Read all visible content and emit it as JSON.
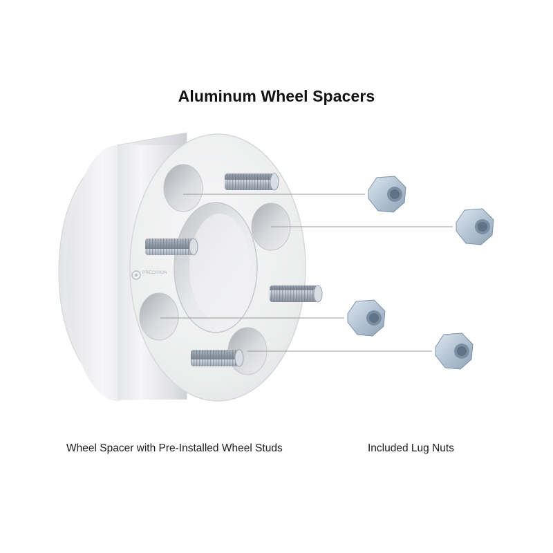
{
  "title": "Aluminum Wheel Spacers",
  "captions": {
    "spacer": "Wheel Spacer with Pre-Installed Wheel Studs",
    "lug_nuts": "Included Lug Nuts"
  },
  "logo_text": "PRECISION",
  "colors": {
    "background": "#ffffff",
    "text": "#111111",
    "aluminum_light": "#f4f4f6",
    "aluminum_mid": "#dcdde1",
    "aluminum_dark": "#b9bbc1",
    "stud": "#9aa3ad",
    "nut": "#b7c7d8",
    "leader_line": "#9a9a9a"
  },
  "icons": [
    "wheel-spacer-illustration",
    "wheel-stud-icon",
    "lug-nut-icon",
    "precision-logo-icon"
  ]
}
